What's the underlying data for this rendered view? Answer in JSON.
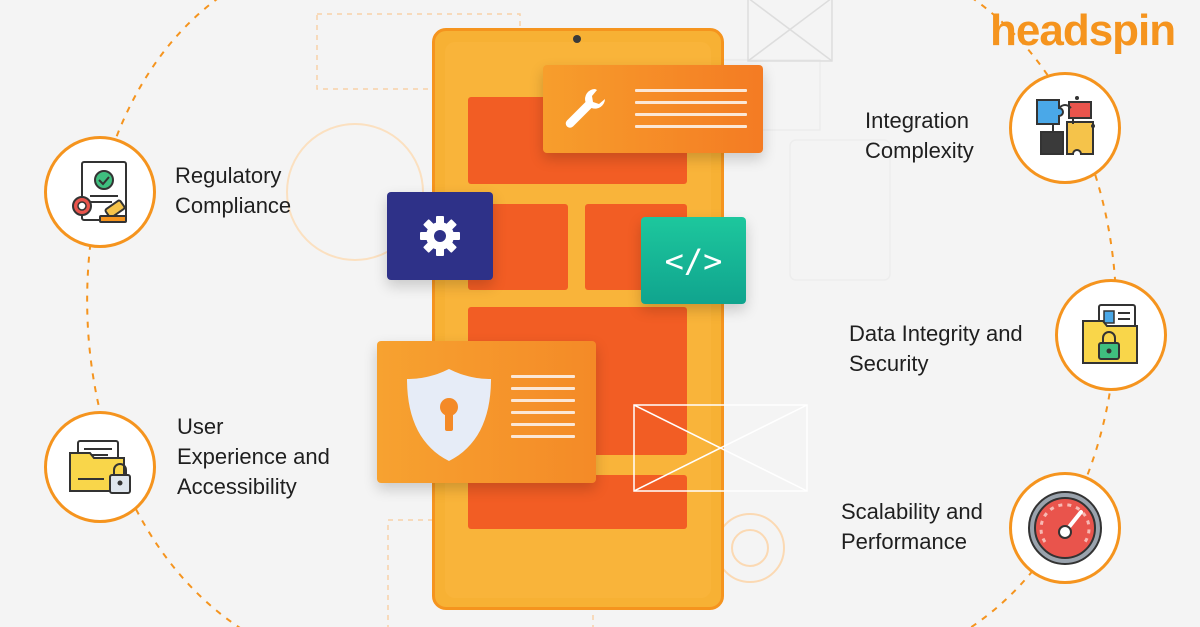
{
  "brand": {
    "logo_text": "headspin",
    "accent": "#f5941e"
  },
  "features": {
    "regulatory": {
      "label": "Regulatory\nCompliance",
      "icon": "certificate-stamp-icon"
    },
    "ux": {
      "label": "User\nExperience and\nAccessibility",
      "icon": "locked-folder-icon"
    },
    "integration": {
      "label": "Integration\nComplexity",
      "icon": "puzzle-pieces-icon"
    },
    "data": {
      "label": "Data Integrity and\nSecurity",
      "icon": "secure-documents-icon"
    },
    "scalability": {
      "label": "Scalability and\nPerformance",
      "icon": "speedometer-icon"
    }
  },
  "phone": {
    "cards": {
      "wrench": {
        "icon": "wrench-icon"
      },
      "gear": {
        "icon": "gear-icon"
      },
      "code": {
        "text": "</>",
        "icon": "code-icon"
      },
      "shield": {
        "icon": "shield-lock-icon"
      }
    }
  },
  "colors": {
    "orange": "#f5941e",
    "deep_orange": "#f25d24",
    "navy": "#2e3188",
    "teal": "#14b394"
  }
}
